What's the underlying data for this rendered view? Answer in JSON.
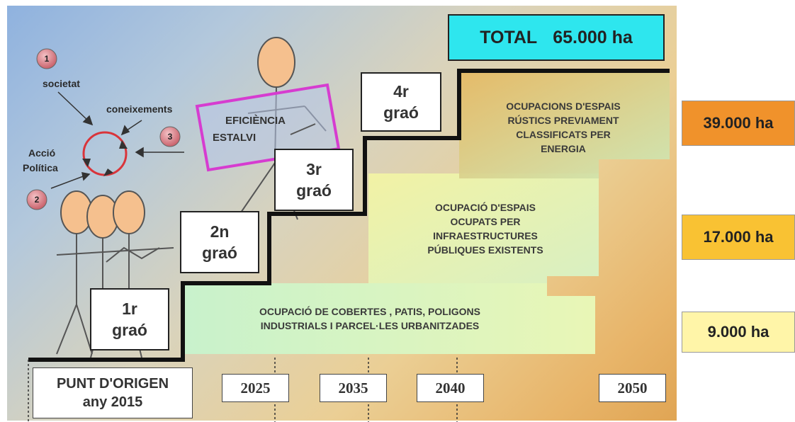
{
  "total": {
    "label": "TOTAL",
    "value": "65.000 ha"
  },
  "steps": [
    {
      "ordinal": "1r",
      "word": "graó"
    },
    {
      "ordinal": "2n",
      "word": "graó"
    },
    {
      "ordinal": "3r",
      "word": "graó"
    },
    {
      "ordinal": "4r",
      "word": "graó"
    }
  ],
  "zones": [
    {
      "lines": [
        "OCUPACIÓ DE COBERTES , PATIS, POLIGONS",
        "INDUSTRIALS I PARCEL·LES URBANITZADES"
      ]
    },
    {
      "lines": [
        "OCUPACIÓ D'ESPAIS",
        "OCUPATS PER",
        "INFRAESTRUCTURES",
        "PÚBLIQUES  EXISTENTS"
      ]
    },
    {
      "lines": [
        "OCUPACIONS D'ESPAIS",
        "RÚSTICS PREVIAMENT",
        "CLASSIFICATS PER",
        "ENERGIA"
      ]
    }
  ],
  "hectares": [
    {
      "value": "39.000 ha",
      "color": "#f0922b"
    },
    {
      "value": "17.000 ha",
      "color": "#f9c233"
    },
    {
      "value": "9.000 ha",
      "color": "#fff5a8"
    }
  ],
  "origin": {
    "line1": "PUNT D'ORIGEN",
    "line2": "any 2015"
  },
  "years": [
    "2025",
    "2035",
    "2040",
    "2050"
  ],
  "efficiency": {
    "line1": "EFICIÈNCIA",
    "line2": "ESTALVI"
  },
  "cycle": {
    "societat": "societat",
    "coneixements": "coneixements",
    "accio": "Acció",
    "politica": "Política",
    "numbers": [
      "1",
      "2",
      "3"
    ]
  },
  "colors": {
    "total_bg": "#2ee6ee",
    "zone_green": "#ccf3c4",
    "zone_yellow": "#f6f3a8",
    "magenta": "#d63cd0",
    "number_circle": "#d9848a"
  }
}
